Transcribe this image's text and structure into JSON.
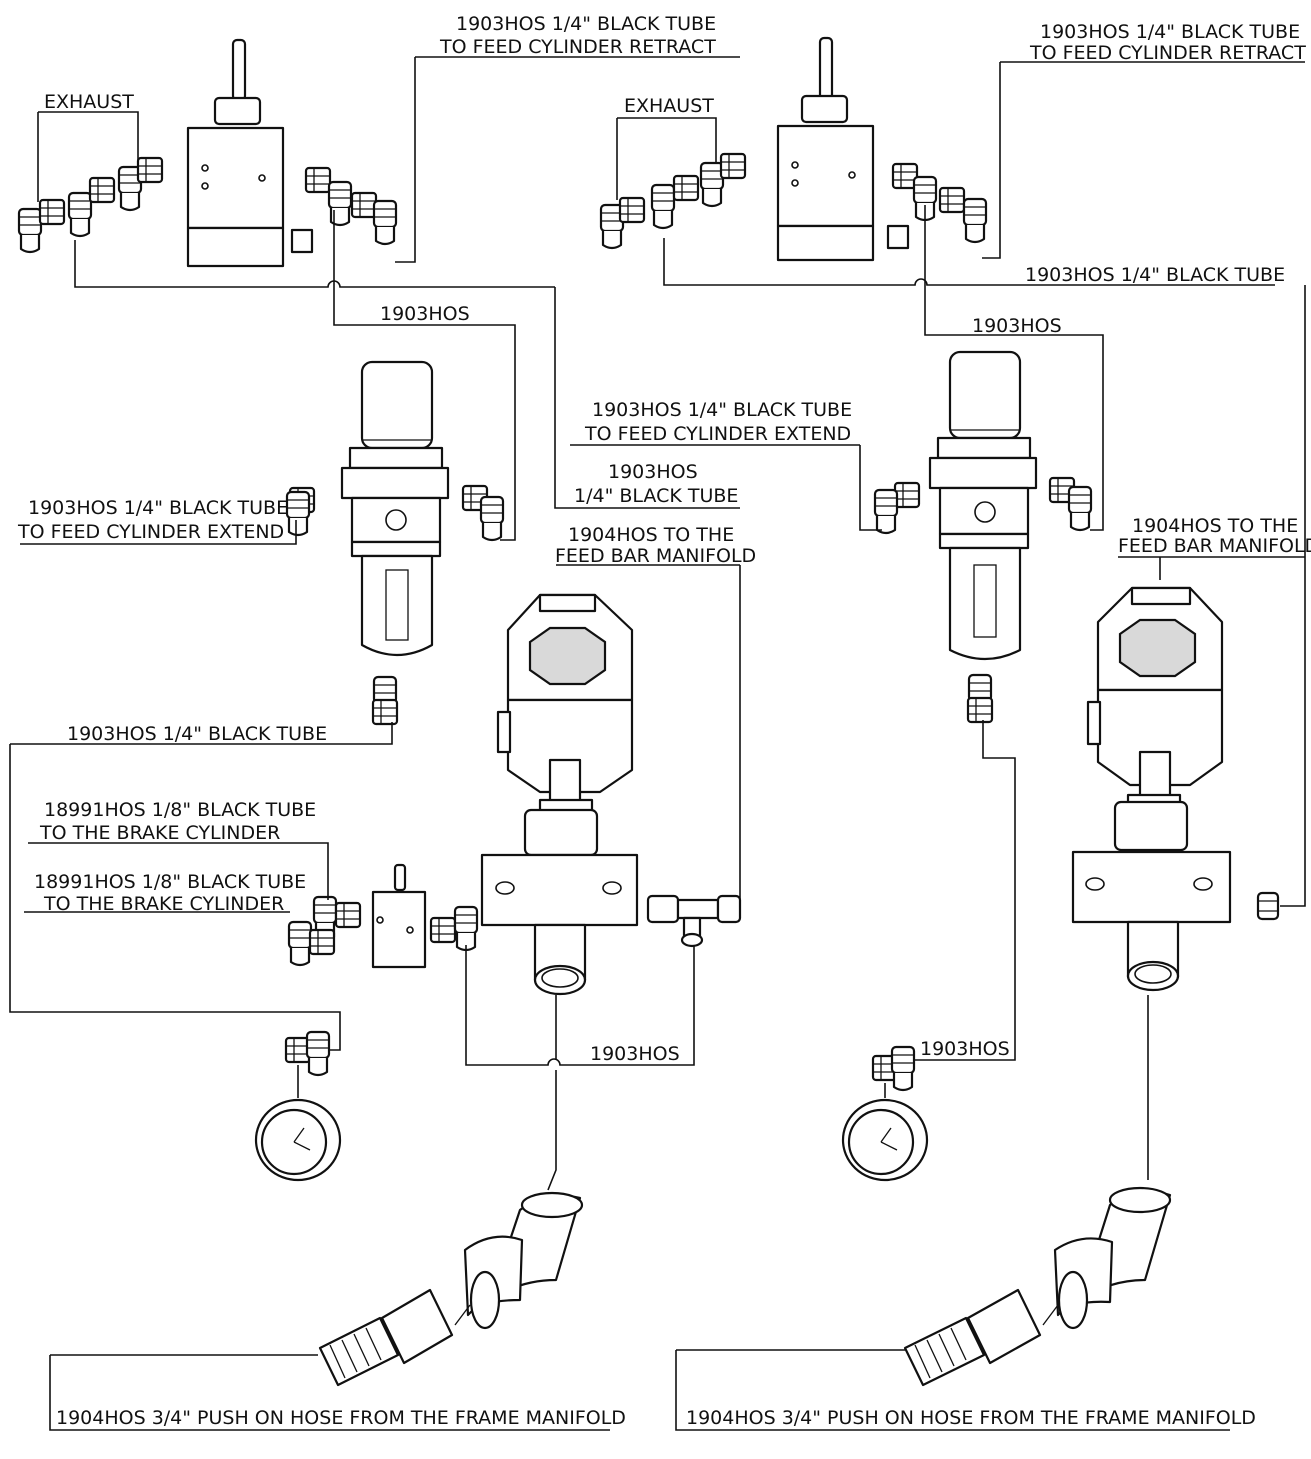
{
  "left_system": {
    "retract_line1": "1903HOS 1/4\" BLACK TUBE",
    "retract_line2": "TO FEED CYLINDER RETRACT",
    "exhaust": "EXHAUST",
    "regulator_hose": "1903HOS",
    "extend_top_line1": "1903HOS 1/4\" BLACK TUBE",
    "extend_top_line2": "TO FEED CYLINDER EXTEND",
    "black_tube_line1": "1903HOS",
    "black_tube_line2": "1/4\" BLACK TUBE",
    "extend_left_line1": "1903HOS 1/4\" BLACK TUBE",
    "extend_left_line2": "TO FEED CYLINDER EXTEND",
    "feed_bar_line1": "1904HOS TO THE",
    "feed_bar_line2": "FEED BAR MANIFOLD",
    "gauge_tube": "1903HOS 1/4\" BLACK TUBE",
    "brake1_line1": "18991HOS 1/8\" BLACK TUBE",
    "brake1_line2": "TO THE BRAKE CYLINDER",
    "brake2_line1": "18991HOS 1/8\" BLACK TUBE",
    "brake2_line2": "TO THE BRAKE CYLINDER",
    "bottom_hose": "1903HOS",
    "push_on_hose": "1904HOS 3/4\" PUSH ON HOSE FROM THE FRAME MANIFOLD"
  },
  "right_system": {
    "retract_line1": "1903HOS 1/4\" BLACK TUBE",
    "retract_line2": "TO FEED CYLINDER RETRACT",
    "exhaust": "EXHAUST",
    "black_tube": "1903HOS 1/4\" BLACK TUBE",
    "regulator_hose": "1903HOS",
    "feed_bar_line1": "1904HOS TO THE",
    "feed_bar_line2": "FEED BAR MANIFOLD",
    "gauge_hose": "1903HOS",
    "push_on_hose": "1904HOS 3/4\" PUSH ON HOSE FROM THE FRAME MANIFOLD"
  }
}
